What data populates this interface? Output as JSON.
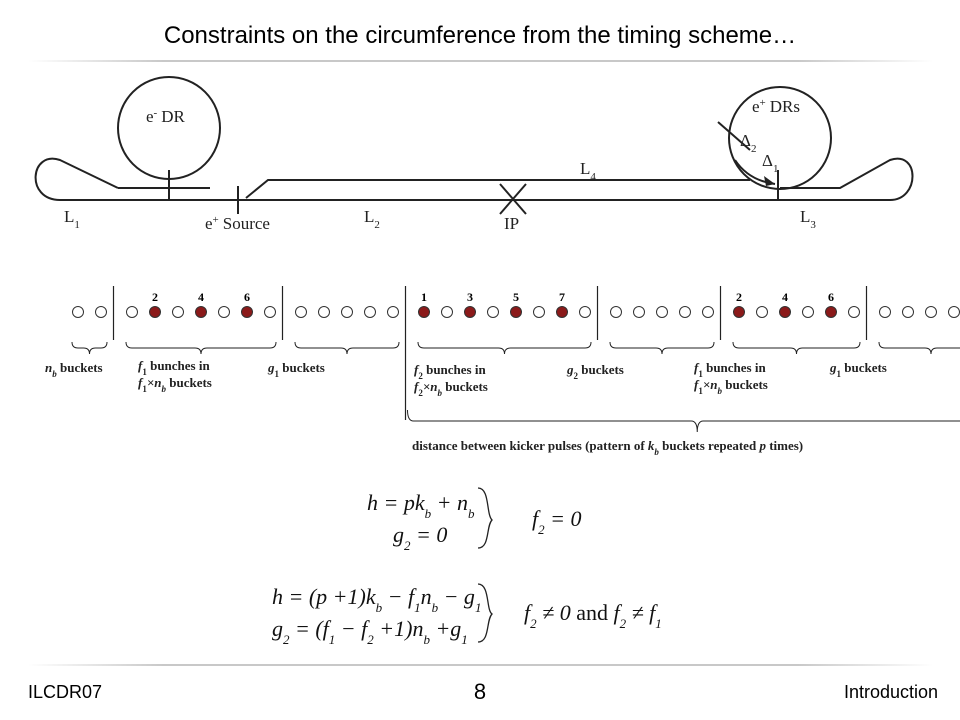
{
  "slide": {
    "title": "Constraints on the circumference from the timing scheme…",
    "footer_left": "ILCDR07",
    "page_number": "8",
    "footer_right": "Introduction"
  },
  "layout_diagram": {
    "electron_ring": {
      "charge": "-",
      "label": "DR"
    },
    "positron_ring": {
      "charge": "+",
      "label": "DRs"
    },
    "source": {
      "charge": "+",
      "label": "Source"
    },
    "ip_label": "IP",
    "lengths": [
      {
        "base": "L",
        "sub": "1"
      },
      {
        "base": "L",
        "sub": "2"
      },
      {
        "base": "L",
        "sub": "3"
      },
      {
        "base": "L",
        "sub": "4"
      }
    ],
    "deltas": [
      {
        "base": "Δ",
        "sub": "2"
      },
      {
        "base": "Δ",
        "sub": "1"
      }
    ]
  },
  "bucket_diagram": {
    "groups": [
      {
        "kind": "n",
        "buckets": [
          "empty",
          "empty"
        ],
        "numbers": []
      },
      {
        "kind": "f1",
        "buckets": [
          "empty",
          "filled",
          "empty",
          "filled",
          "empty",
          "filled",
          "empty"
        ],
        "numbers": [
          "2",
          "4",
          "6"
        ]
      },
      {
        "kind": "g1",
        "buckets": [
          "empty",
          "empty",
          "empty",
          "empty",
          "empty"
        ],
        "numbers": []
      },
      {
        "kind": "f2",
        "buckets": [
          "filled",
          "empty",
          "filled",
          "empty",
          "filled",
          "empty",
          "filled",
          "empty"
        ],
        "numbers": [
          "1",
          "3",
          "5",
          "7"
        ]
      },
      {
        "kind": "g2",
        "buckets": [
          "empty",
          "empty",
          "empty",
          "empty",
          "empty"
        ],
        "numbers": []
      },
      {
        "kind": "f1",
        "buckets": [
          "filled",
          "empty",
          "filled",
          "empty",
          "filled",
          "empty"
        ],
        "numbers": [
          "2",
          "4",
          "6"
        ]
      },
      {
        "kind": "g1",
        "buckets": [
          "empty",
          "empty",
          "empty",
          "empty",
          "empty"
        ],
        "numbers": []
      }
    ],
    "labels": {
      "nb": {
        "line1": "n",
        "sub": "b",
        "rest": " buckets"
      },
      "f1": {
        "line1a": "f",
        "sub1": "1",
        "line1b": " bunches in",
        "line2": "f",
        "sub2": "1",
        "times": "×n",
        "sub3": "b",
        "rest": " buckets"
      },
      "g1": {
        "a": "g",
        "sub": "1",
        "rest": " buckets"
      },
      "f2": {
        "line1a": "f",
        "sub1": "2",
        "line1b": " bunches in",
        "line2": "f",
        "sub2": "2",
        "times": "×n",
        "sub3": "b",
        "rest": " buckets"
      },
      "g2": {
        "a": "g",
        "sub": "2",
        "rest": " buckets"
      },
      "kicker": {
        "a": "distance between kicker pulses (pattern of ",
        "k": "k",
        "sub": "b",
        "b": " buckets repeated ",
        "p": "p",
        "c": " times)"
      }
    },
    "colors": {
      "filled": "#8b1a1a",
      "empty": "#ffffff"
    }
  },
  "equations": {
    "case1": {
      "lhs1": "h = pk",
      "lhs1_sub": "b",
      "lhs1_b": " + n",
      "lhs1_sub2": "b",
      "lhs2": "g",
      "lhs2_sub": "2",
      "lhs2_b": " = 0",
      "rhs": "f",
      "rhs_sub": "2",
      "rhs_b": " = 0"
    },
    "case2": {
      "l1_a": "h = (p +1)k",
      "l1_s1": "b",
      "l1_b": " − f",
      "l1_s2": "1",
      "l1_c": "n",
      "l1_s3": "b",
      "l1_d": " − g",
      "l1_s4": "1",
      "l2_a": "g",
      "l2_s1": "2",
      "l2_b": " = (f",
      "l2_s2": "1",
      "l2_c": " − f",
      "l2_s3": "2",
      "l2_d": " +1)n",
      "l2_s4": "b",
      "l2_e": " +g",
      "l2_s5": "1",
      "rhs_a": "f",
      "rhs_s1": "2",
      "rhs_b": " ≠ 0",
      "rhs_and": " and ",
      "rhs_c": "f",
      "rhs_s2": "2",
      "rhs_d": " ≠ f",
      "rhs_s3": "1"
    }
  }
}
